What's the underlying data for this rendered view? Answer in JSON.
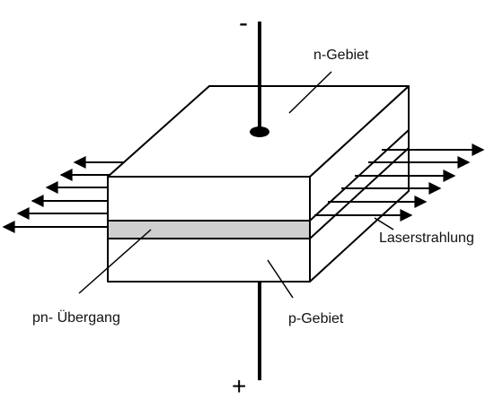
{
  "labels": {
    "n_region": "n-Gebiet",
    "p_region": "p-Gebiet",
    "junction": "pn- Übergang",
    "laser": "Laserstrahlung",
    "minus": "-",
    "plus": "+"
  },
  "colors": {
    "line": "#000000",
    "junction_fill": "#cfcfcf",
    "background": "#ffffff"
  }
}
